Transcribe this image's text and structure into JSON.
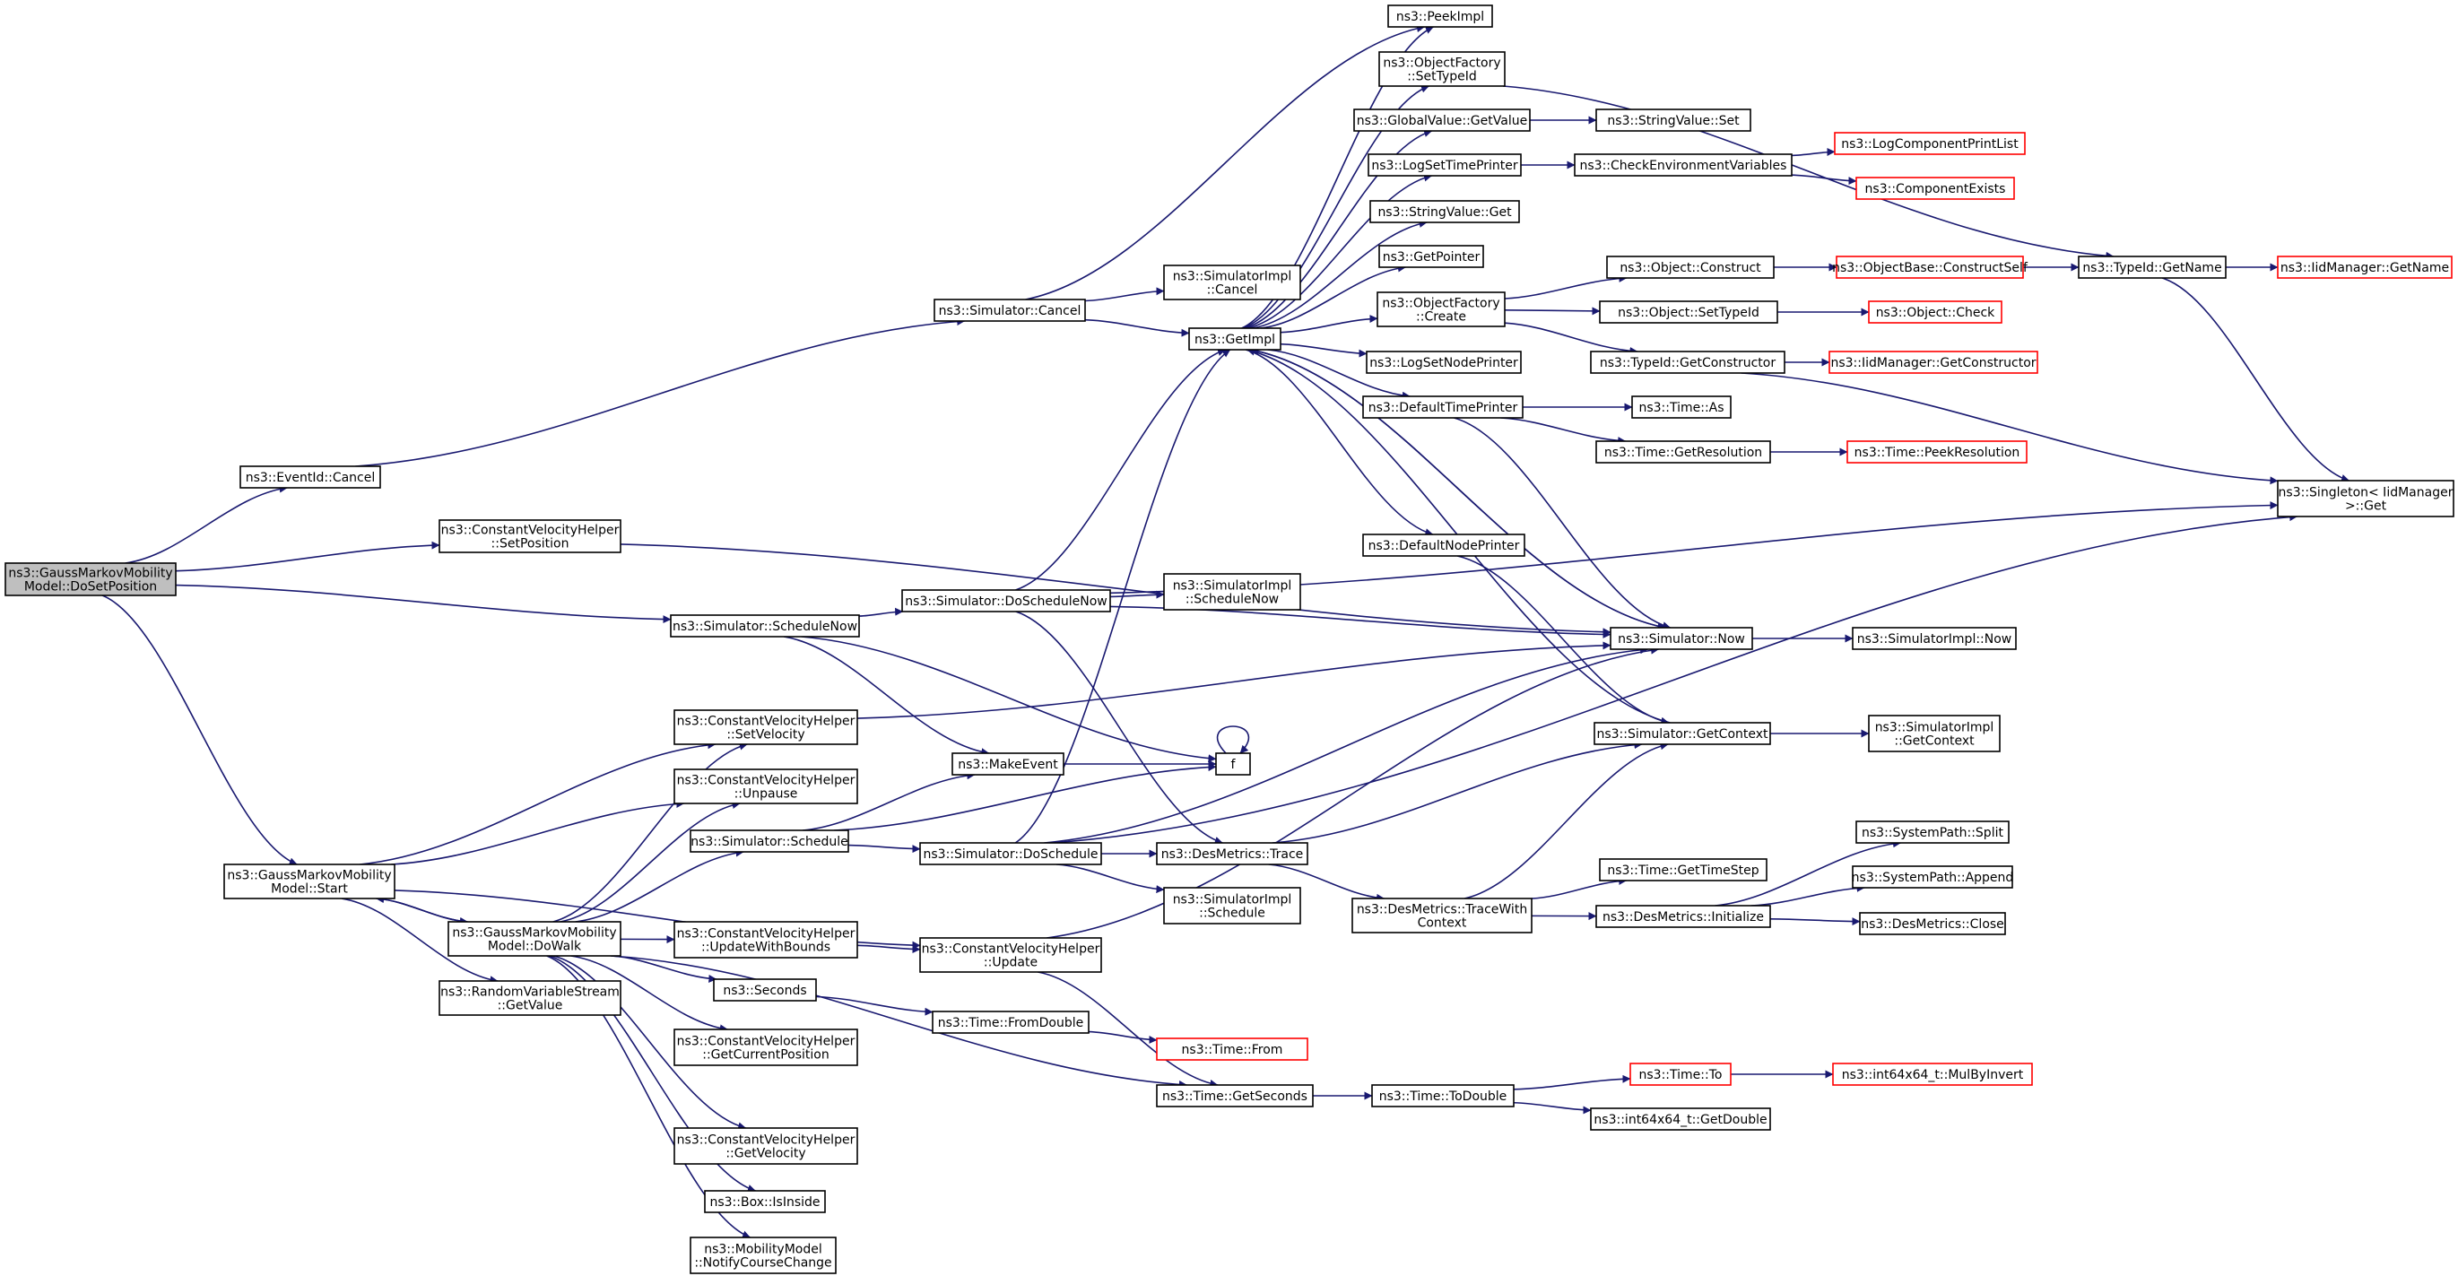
{
  "colors": {
    "edge": "#191970",
    "node_border": "#000000",
    "partial_border": "#ff0000",
    "root_fill": "#bfbfbf",
    "node_fill": "#ffffff",
    "text": "#000000"
  },
  "nodes": [
    {
      "id": "root",
      "lines": [
        "ns3::GaussMarkovMobility",
        "Model::DoSetPosition"
      ],
      "style": "root"
    },
    {
      "id": "eventid_cancel",
      "lines": [
        "ns3::EventId::Cancel"
      ]
    },
    {
      "id": "cvh_setposition",
      "lines": [
        "ns3::ConstantVelocityHelper",
        "::SetPosition"
      ]
    },
    {
      "id": "sim_schedulenow",
      "lines": [
        "ns3::Simulator::ScheduleNow"
      ]
    },
    {
      "id": "gm_start",
      "lines": [
        "ns3::GaussMarkovMobility",
        "Model::Start"
      ]
    },
    {
      "id": "sim_cancel",
      "lines": [
        "ns3::Simulator::Cancel"
      ]
    },
    {
      "id": "peekimpl",
      "lines": [
        "ns3::PeekImpl"
      ]
    },
    {
      "id": "simimpl_cancel",
      "lines": [
        "ns3::SimulatorImpl",
        "::Cancel"
      ]
    },
    {
      "id": "getimpl",
      "lines": [
        "ns3::GetImpl"
      ]
    },
    {
      "id": "objfactory_settypeid",
      "lines": [
        "ns3::ObjectFactory",
        "::SetTypeId"
      ]
    },
    {
      "id": "globalvalue_getvalue",
      "lines": [
        "ns3::GlobalValue::GetValue"
      ]
    },
    {
      "id": "stringvalue_set",
      "lines": [
        "ns3::StringValue::Set"
      ]
    },
    {
      "id": "logsettimeprinter",
      "lines": [
        "ns3::LogSetTimePrinter"
      ]
    },
    {
      "id": "checkenv",
      "lines": [
        "ns3::CheckEnvironmentVariables"
      ]
    },
    {
      "id": "logcomponentprintlist",
      "lines": [
        "ns3::LogComponentPrintList"
      ],
      "style": "partial"
    },
    {
      "id": "componentexists",
      "lines": [
        "ns3::ComponentExists"
      ],
      "style": "partial"
    },
    {
      "id": "stringvalue_get",
      "lines": [
        "ns3::StringValue::Get"
      ]
    },
    {
      "id": "getpointer",
      "lines": [
        "ns3::GetPointer"
      ]
    },
    {
      "id": "objfactory_create",
      "lines": [
        "ns3::ObjectFactory",
        "::Create"
      ]
    },
    {
      "id": "object_construct",
      "lines": [
        "ns3::Object::Construct"
      ]
    },
    {
      "id": "objectbase_constructself",
      "lines": [
        "ns3::ObjectBase::ConstructSelf"
      ],
      "style": "partial"
    },
    {
      "id": "typeid_getname",
      "lines": [
        "ns3::TypeId::GetName"
      ]
    },
    {
      "id": "iidmanager_getname",
      "lines": [
        "ns3::IidManager::GetName"
      ],
      "style": "partial"
    },
    {
      "id": "object_settypeid",
      "lines": [
        "ns3::Object::SetTypeId"
      ]
    },
    {
      "id": "object_check",
      "lines": [
        "ns3::Object::Check"
      ],
      "style": "partial"
    },
    {
      "id": "typeid_getconstructor",
      "lines": [
        "ns3::TypeId::GetConstructor"
      ]
    },
    {
      "id": "iidmanager_getconstructor",
      "lines": [
        "ns3::IidManager::GetConstructor"
      ],
      "style": "partial"
    },
    {
      "id": "logsetnodeprinter",
      "lines": [
        "ns3::LogSetNodePrinter"
      ]
    },
    {
      "id": "defaulttimeprinter",
      "lines": [
        "ns3::DefaultTimePrinter"
      ]
    },
    {
      "id": "time_as",
      "lines": [
        "ns3::Time::As"
      ]
    },
    {
      "id": "time_getresolution",
      "lines": [
        "ns3::Time::GetResolution"
      ]
    },
    {
      "id": "time_peekresolution",
      "lines": [
        "ns3::Time::PeekResolution"
      ],
      "style": "partial"
    },
    {
      "id": "singleton_get",
      "lines": [
        "ns3::Singleton< IidManager",
        ">::Get"
      ]
    },
    {
      "id": "defaultnodeprinter",
      "lines": [
        "ns3::DefaultNodePrinter"
      ]
    },
    {
      "id": "sim_doschedulenow",
      "lines": [
        "ns3::Simulator::DoScheduleNow"
      ]
    },
    {
      "id": "simimpl_schedulenow",
      "lines": [
        "ns3::SimulatorImpl",
        "::ScheduleNow"
      ]
    },
    {
      "id": "sim_now",
      "lines": [
        "ns3::Simulator::Now"
      ]
    },
    {
      "id": "simimpl_now",
      "lines": [
        "ns3::SimulatorImpl::Now"
      ]
    },
    {
      "id": "cvh_setvelocity",
      "lines": [
        "ns3::ConstantVelocityHelper",
        "::SetVelocity"
      ]
    },
    {
      "id": "sim_getcontext",
      "lines": [
        "ns3::Simulator::GetContext"
      ]
    },
    {
      "id": "simimpl_getcontext",
      "lines": [
        "ns3::SimulatorImpl",
        "::GetContext"
      ]
    },
    {
      "id": "makeevent",
      "lines": [
        "ns3::MakeEvent"
      ]
    },
    {
      "id": "f",
      "lines": [
        "f"
      ]
    },
    {
      "id": "cvh_unpause",
      "lines": [
        "ns3::ConstantVelocityHelper",
        "::Unpause"
      ]
    },
    {
      "id": "sim_schedule",
      "lines": [
        "ns3::Simulator::Schedule"
      ]
    },
    {
      "id": "sim_doschedule",
      "lines": [
        "ns3::Simulator::DoSchedule"
      ]
    },
    {
      "id": "desmetrics_trace",
      "lines": [
        "ns3::DesMetrics::Trace"
      ]
    },
    {
      "id": "systempath_split",
      "lines": [
        "ns3::SystemPath::Split"
      ]
    },
    {
      "id": "systempath_append",
      "lines": [
        "ns3::SystemPath::Append"
      ]
    },
    {
      "id": "time_gettimestep",
      "lines": [
        "ns3::Time::GetTimeStep"
      ]
    },
    {
      "id": "desmetrics_tracewithcontext",
      "lines": [
        "ns3::DesMetrics::TraceWith",
        "Context"
      ]
    },
    {
      "id": "desmetrics_initialize",
      "lines": [
        "ns3::DesMetrics::Initialize"
      ]
    },
    {
      "id": "desmetrics_close",
      "lines": [
        "ns3::DesMetrics::Close"
      ]
    },
    {
      "id": "simimpl_schedule",
      "lines": [
        "ns3::SimulatorImpl",
        "::Schedule"
      ]
    },
    {
      "id": "gm_dowalk",
      "lines": [
        "ns3::GaussMarkovMobility",
        "Model::DoWalk"
      ]
    },
    {
      "id": "cvh_updatewithbounds",
      "lines": [
        "ns3::ConstantVelocityHelper",
        "::UpdateWithBounds"
      ]
    },
    {
      "id": "cvh_update",
      "lines": [
        "ns3::ConstantVelocityHelper",
        "::Update"
      ]
    },
    {
      "id": "rvs_getvalue",
      "lines": [
        "ns3::RandomVariableStream",
        "::GetValue"
      ]
    },
    {
      "id": "seconds",
      "lines": [
        "ns3::Seconds"
      ]
    },
    {
      "id": "time_fromdouble",
      "lines": [
        "ns3::Time::FromDouble"
      ]
    },
    {
      "id": "time_from",
      "lines": [
        "ns3::Time::From"
      ],
      "style": "partial"
    },
    {
      "id": "cvh_getcurrentposition",
      "lines": [
        "ns3::ConstantVelocityHelper",
        "::GetCurrentPosition"
      ]
    },
    {
      "id": "time_getseconds",
      "lines": [
        "ns3::Time::GetSeconds"
      ]
    },
    {
      "id": "time_todouble",
      "lines": [
        "ns3::Time::ToDouble"
      ]
    },
    {
      "id": "time_to",
      "lines": [
        "ns3::Time::To"
      ],
      "style": "partial"
    },
    {
      "id": "int64_mulbyinvert",
      "lines": [
        "ns3::int64x64_t::MulByInvert"
      ],
      "style": "partial"
    },
    {
      "id": "int64_getdouble",
      "lines": [
        "ns3::int64x64_t::GetDouble"
      ]
    },
    {
      "id": "cvh_getvelocity",
      "lines": [
        "ns3::ConstantVelocityHelper",
        "::GetVelocity"
      ]
    },
    {
      "id": "box_isinside",
      "lines": [
        "ns3::Box::IsInside"
      ]
    },
    {
      "id": "mobility_notify",
      "lines": [
        "ns3::MobilityModel",
        "::NotifyCourseChange"
      ]
    }
  ],
  "edges": [
    [
      "root",
      "eventid_cancel"
    ],
    [
      "root",
      "cvh_setposition"
    ],
    [
      "root",
      "sim_schedulenow"
    ],
    [
      "root",
      "gm_start"
    ],
    [
      "eventid_cancel",
      "sim_cancel"
    ],
    [
      "sim_cancel",
      "peekimpl"
    ],
    [
      "sim_cancel",
      "simimpl_cancel"
    ],
    [
      "sim_cancel",
      "getimpl"
    ],
    [
      "getimpl",
      "peekimpl"
    ],
    [
      "getimpl",
      "objfactory_settypeid"
    ],
    [
      "getimpl",
      "globalvalue_getvalue"
    ],
    [
      "getimpl",
      "logsettimeprinter"
    ],
    [
      "getimpl",
      "stringvalue_get"
    ],
    [
      "getimpl",
      "getpointer"
    ],
    [
      "getimpl",
      "objfactory_create"
    ],
    [
      "getimpl",
      "logsetnodeprinter"
    ],
    [
      "getimpl",
      "defaulttimeprinter"
    ],
    [
      "getimpl",
      "defaultnodeprinter"
    ],
    [
      "getimpl",
      "sim_now"
    ],
    [
      "objfactory_settypeid",
      "typeid_getname"
    ],
    [
      "globalvalue_getvalue",
      "stringvalue_set"
    ],
    [
      "logsettimeprinter",
      "checkenv"
    ],
    [
      "checkenv",
      "logcomponentprintlist"
    ],
    [
      "checkenv",
      "componentexists"
    ],
    [
      "objfactory_create",
      "object_construct"
    ],
    [
      "objfactory_create",
      "object_settypeid"
    ],
    [
      "objfactory_create",
      "typeid_getconstructor"
    ],
    [
      "object_construct",
      "objectbase_constructself"
    ],
    [
      "objectbase_constructself",
      "typeid_getname"
    ],
    [
      "typeid_getname",
      "iidmanager_getname"
    ],
    [
      "typeid_getname",
      "singleton_get"
    ],
    [
      "object_settypeid",
      "object_check"
    ],
    [
      "typeid_getconstructor",
      "iidmanager_getconstructor"
    ],
    [
      "typeid_getconstructor",
      "singleton_get"
    ],
    [
      "defaulttimeprinter",
      "time_as"
    ],
    [
      "defaulttimeprinter",
      "time_getresolution"
    ],
    [
      "defaulttimeprinter",
      "sim_now"
    ],
    [
      "time_getresolution",
      "time_peekresolution"
    ],
    [
      "defaultnodeprinter",
      "sim_getcontext"
    ],
    [
      "cvh_setposition",
      "sim_now"
    ],
    [
      "sim_schedulenow",
      "sim_doschedulenow"
    ],
    [
      "sim_schedulenow",
      "makeevent"
    ],
    [
      "sim_schedulenow",
      "f"
    ],
    [
      "sim_doschedulenow",
      "getimpl"
    ],
    [
      "sim_doschedulenow",
      "simimpl_schedulenow"
    ],
    [
      "sim_doschedulenow",
      "sim_now"
    ],
    [
      "sim_doschedulenow",
      "desmetrics_trace"
    ],
    [
      "sim_doschedulenow",
      "singleton_get"
    ],
    [
      "sim_now",
      "getimpl"
    ],
    [
      "sim_now",
      "simimpl_now"
    ],
    [
      "sim_getcontext",
      "getimpl"
    ],
    [
      "sim_getcontext",
      "simimpl_getcontext"
    ],
    [
      "makeevent",
      "f"
    ],
    [
      "f",
      "f"
    ],
    [
      "cvh_setvelocity",
      "sim_now"
    ],
    [
      "gm_start",
      "cvh_setvelocity"
    ],
    [
      "gm_start",
      "cvh_unpause"
    ],
    [
      "gm_start",
      "gm_dowalk"
    ],
    [
      "gm_start",
      "rvs_getvalue"
    ],
    [
      "gm_start",
      "cvh_update"
    ],
    [
      "gm_dowalk",
      "gm_start"
    ],
    [
      "gm_dowalk",
      "cvh_setvelocity"
    ],
    [
      "gm_dowalk",
      "cvh_unpause"
    ],
    [
      "gm_dowalk",
      "sim_schedule"
    ],
    [
      "gm_dowalk",
      "cvh_updatewithbounds"
    ],
    [
      "gm_dowalk",
      "seconds"
    ],
    [
      "gm_dowalk",
      "cvh_getcurrentposition"
    ],
    [
      "gm_dowalk",
      "time_getseconds"
    ],
    [
      "gm_dowalk",
      "cvh_getvelocity"
    ],
    [
      "gm_dowalk",
      "box_isinside"
    ],
    [
      "gm_dowalk",
      "mobility_notify"
    ],
    [
      "sim_schedule",
      "makeevent"
    ],
    [
      "sim_schedule",
      "f"
    ],
    [
      "sim_schedule",
      "sim_doschedule"
    ],
    [
      "sim_doschedule",
      "getimpl"
    ],
    [
      "sim_doschedule",
      "sim_now"
    ],
    [
      "sim_doschedule",
      "desmetrics_trace"
    ],
    [
      "sim_doschedule",
      "simimpl_schedule"
    ],
    [
      "sim_doschedule",
      "singleton_get"
    ],
    [
      "desmetrics_trace",
      "sim_getcontext"
    ],
    [
      "desmetrics_trace",
      "desmetrics_tracewithcontext"
    ],
    [
      "desmetrics_tracewithcontext",
      "sim_getcontext"
    ],
    [
      "desmetrics_tracewithcontext",
      "time_gettimestep"
    ],
    [
      "desmetrics_tracewithcontext",
      "desmetrics_initialize"
    ],
    [
      "desmetrics_initialize",
      "systempath_split"
    ],
    [
      "desmetrics_initialize",
      "systempath_append"
    ],
    [
      "desmetrics_initialize",
      "desmetrics_close"
    ],
    [
      "cvh_updatewithbounds",
      "cvh_update"
    ],
    [
      "cvh_update",
      "sim_now"
    ],
    [
      "cvh_update",
      "time_getseconds"
    ],
    [
      "seconds",
      "time_fromdouble"
    ],
    [
      "time_fromdouble",
      "time_from"
    ],
    [
      "time_getseconds",
      "time_todouble"
    ],
    [
      "time_todouble",
      "time_to"
    ],
    [
      "time_todouble",
      "int64_getdouble"
    ],
    [
      "time_to",
      "int64_mulbyinvert"
    ]
  ]
}
